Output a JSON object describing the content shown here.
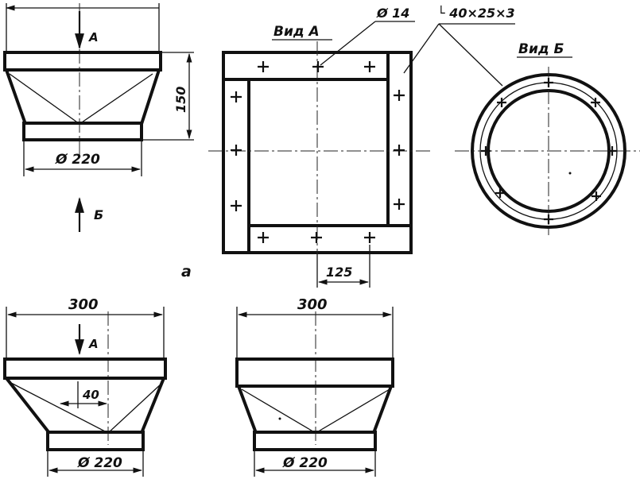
{
  "labels": {
    "view_a": "Вид А",
    "view_b": "Вид Б",
    "arrow_a_top": "А",
    "arrow_b": "Б",
    "arrow_a_bottom": "А",
    "figure_letter": "а"
  },
  "dimensions": {
    "height": "150",
    "diameter_top_left": "Ø 220",
    "hole_diameter": "Ø 14",
    "angle_section": "└ 40×25×3",
    "bolt_spacing": "125",
    "width_bottom_left": "300",
    "offset_bottom_left": "40",
    "diameter_bottom_left": "Ø 220",
    "width_bottom_right": "300",
    "diameter_bottom_right": "Ø 220"
  }
}
